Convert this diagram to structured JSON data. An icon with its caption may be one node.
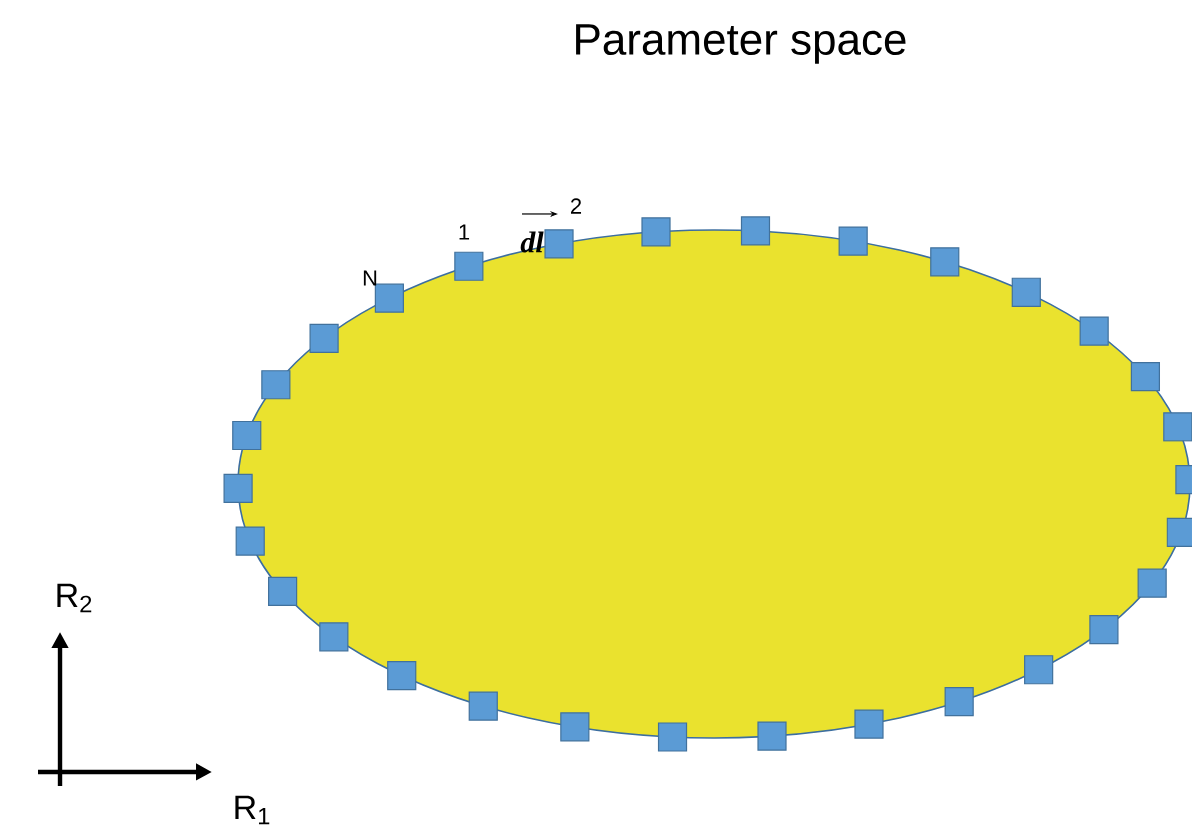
{
  "diagram": {
    "title": "Parameter space",
    "labels": [
      "N",
      "1",
      "2",
      "dl",
      "R$_{2}$",
      "R$_{1}$"
    ]
  }
}
